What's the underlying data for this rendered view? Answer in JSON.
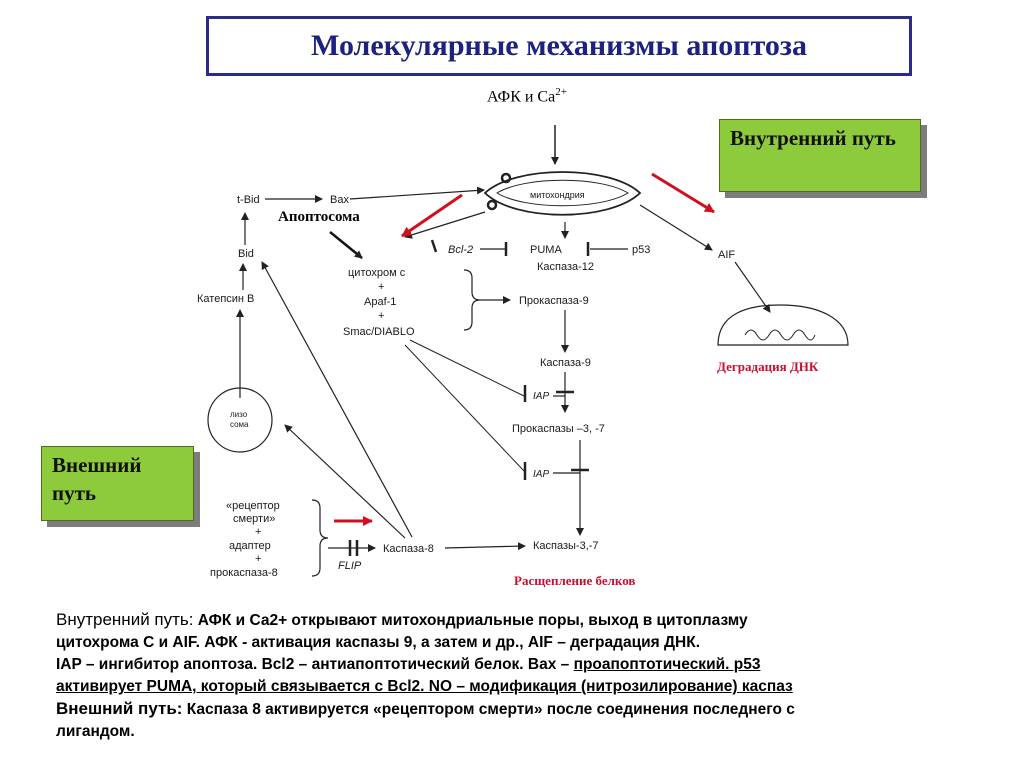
{
  "title": "Молекулярные механизмы апоптоза",
  "afk_label": "АФК и Ca",
  "afk_sup": "2+",
  "internal_path_label": "Внутренний путь",
  "external_path_label": "Внешний путь",
  "apoptosome_label": "Апоптосома",
  "dna_degradation_label": "Деградация ДНК",
  "protein_cleavage_label": "Расщепление белков",
  "diagram": {
    "mitochondria": "митохондрия",
    "t_bid": "t-Bid",
    "bax": "Bax",
    "bid": "Bid",
    "cathepsin_b": "Катепсин В",
    "lysosome_1": "лизо",
    "lysosome_2": "сома",
    "bcl2": "Bcl-2",
    "puma": "PUMA",
    "p53": "p53",
    "caspase12": "Каспаза-12",
    "aif": "AIF",
    "cytochrome_c": "цитохром с",
    "plus1": "+",
    "apaf1": "Apaf-1",
    "plus2": "+",
    "smac": "Smac/DIABLO",
    "procaspase9": "Прокаспаза-9",
    "caspase9": "Каспаза-9",
    "iap1": "IAP",
    "procaspases37": "Прокаспазы –3, -7",
    "iap2": "IAP",
    "receptor_1": "«рецептор",
    "receptor_2": "смерти»",
    "plus3": "+",
    "adapter": "адаптер",
    "plus4": "+",
    "procaspase8": "прокаспаза-8",
    "caspase8": "Каспаза-8",
    "flip": "FLIP",
    "caspases37": "Каспазы-3,-7"
  },
  "text_block": {
    "line1_head": "Внутренний путь:",
    "line1_rest": " АФК и Са2+ открывают митохондриальные поры, выход в цитоплазму",
    "line2": "цитохрома С и AIF.  АФК  - активация каспазы 9, а затем и др., AIF – деградация ДНК.",
    "line3_a": "IAP – ингибитор апоптоза. Bcl2 – антиапоптотический белок. Bax – ",
    "line3_u": "проапоптотический. p53",
    "line4_u": "активирует PUMA, который связывается с Bcl2.  NO – модификация (нитрозилирование) каспаз",
    "line5_head": "Внешний путь:",
    "line5_rest": " Каспаза 8 активируется «рецептором смерти» после соединения последнего с",
    "line6": "лигандом."
  }
}
